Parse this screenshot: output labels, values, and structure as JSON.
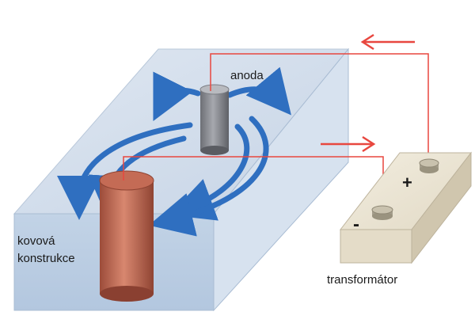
{
  "labels": {
    "anode": "anoda",
    "structure_line1": "kovová",
    "structure_line2": "konstrukce",
    "transformer": "transformátor",
    "plus": "+",
    "minus": "-"
  },
  "colors": {
    "wire": "#e8473f",
    "current_arrows": "#2f6fc0",
    "water": "#cdd9e8",
    "anode": "#8d8f95",
    "structure": "#c9705a",
    "transformer": "#ece6d6"
  }
}
